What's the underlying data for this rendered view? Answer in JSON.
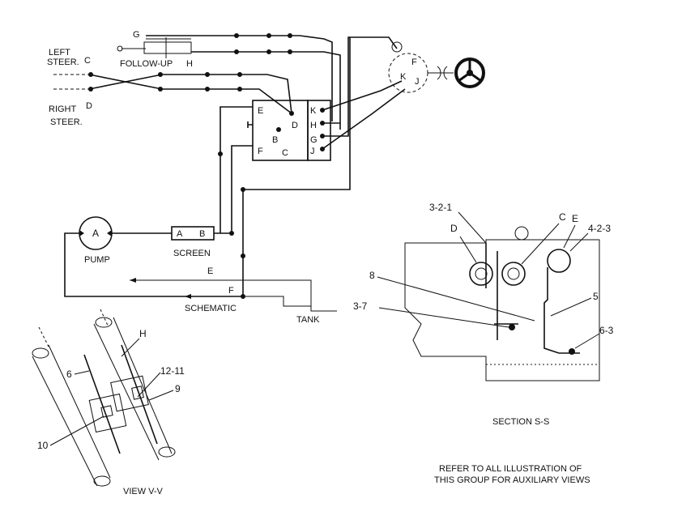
{
  "schematic": {
    "left_steer": [
      "LEFT",
      "STEER."
    ],
    "right_steer": [
      "RIGHT",
      "STEER."
    ],
    "port_c": "C",
    "port_d": "D",
    "port_g": "G",
    "follow_up": "FOLLOW-UP",
    "follow_up_h": "H",
    "valve_e": "E",
    "valve_f": "F",
    "valve_d": "D",
    "valve_b": "B",
    "valve_c": "C",
    "valve_k": "K",
    "valve_h": "H",
    "valve_g": "G",
    "valve_j": "J",
    "wheel_f": "F",
    "wheel_k": "K",
    "wheel_j": "J",
    "pump_label": "PUMP",
    "pump_a": "A",
    "screen_label": "SCREEN",
    "screen_a": "A",
    "screen_b": "B",
    "line_e": "E",
    "line_f": "F",
    "schematic_label": "SCHEMATIC",
    "tank_label": "TANK"
  },
  "section": {
    "c_3_2_1": "3-2-1",
    "d": "D",
    "c": "C",
    "e": "E",
    "c_4_2_3": "4-2-3",
    "c_8": "8",
    "c_5": "5",
    "c_3_7": "3-7",
    "c_6_3": "6-3",
    "title": "SECTION S-S"
  },
  "view": {
    "h": "H",
    "c_12_11": "12-11",
    "c_6": "6",
    "c_9": "9",
    "c_10": "10",
    "title": "VIEW V-V"
  },
  "note": {
    "line1": "REFER TO ALL ILLUSTRATION OF",
    "line2": "THIS GROUP FOR AUXILIARY VIEWS"
  }
}
